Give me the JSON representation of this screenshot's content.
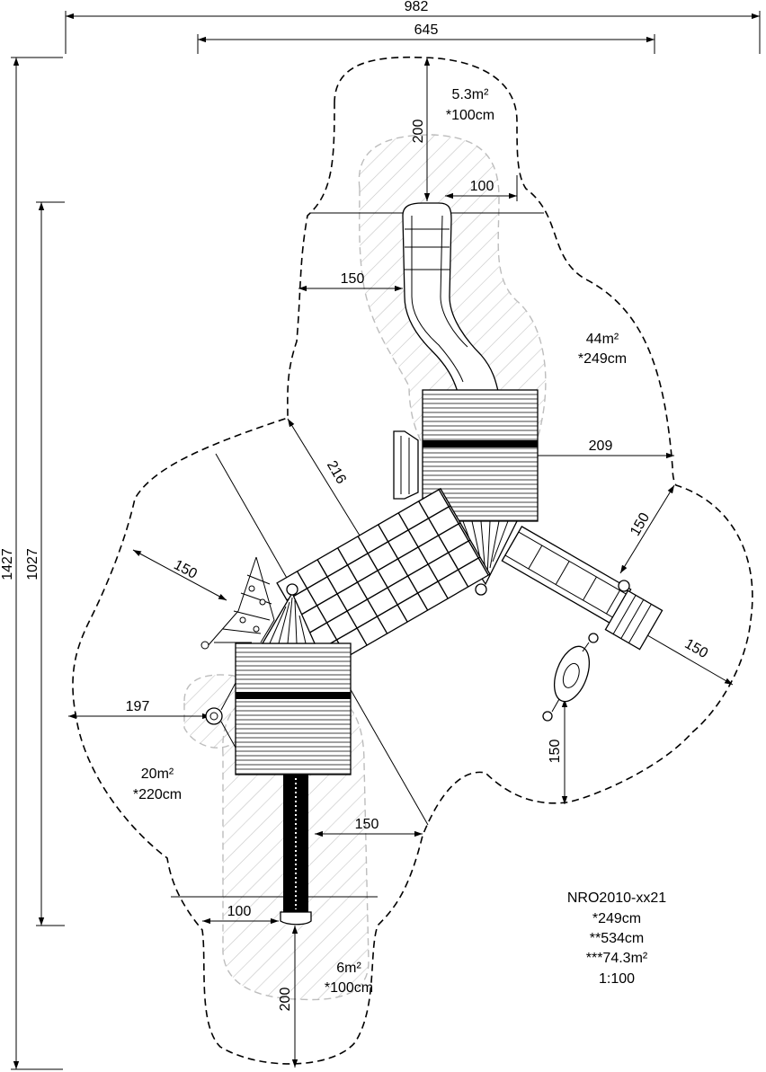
{
  "drawing": {
    "dimensions": {
      "total_width": "982",
      "inner_width": "645",
      "total_height": "1427",
      "inner_height": "1027",
      "slide_top_200": "200",
      "slide_side_100": "100",
      "left_150": "150",
      "right_209": "209",
      "diag_216": "216",
      "left_diag_150": "150",
      "right_diag_150_a": "150",
      "right_diag_150_b": "150",
      "left_197": "197",
      "spring_150": "150",
      "pole_150": "150",
      "bottom_100": "100",
      "bottom_200": "200"
    },
    "zones": {
      "top": {
        "area": "5.3m²",
        "height": "*100cm"
      },
      "right": {
        "area": "44m²",
        "height": "*249cm"
      },
      "left": {
        "area": "20m²",
        "height": "*220cm"
      },
      "bottom": {
        "area": "6m²",
        "height": "*100cm"
      }
    },
    "info": {
      "model": "NRO2010-xx21",
      "height": "*249cm",
      "length": "**534cm",
      "area": "***74.3m²",
      "scale": "1:100"
    }
  }
}
